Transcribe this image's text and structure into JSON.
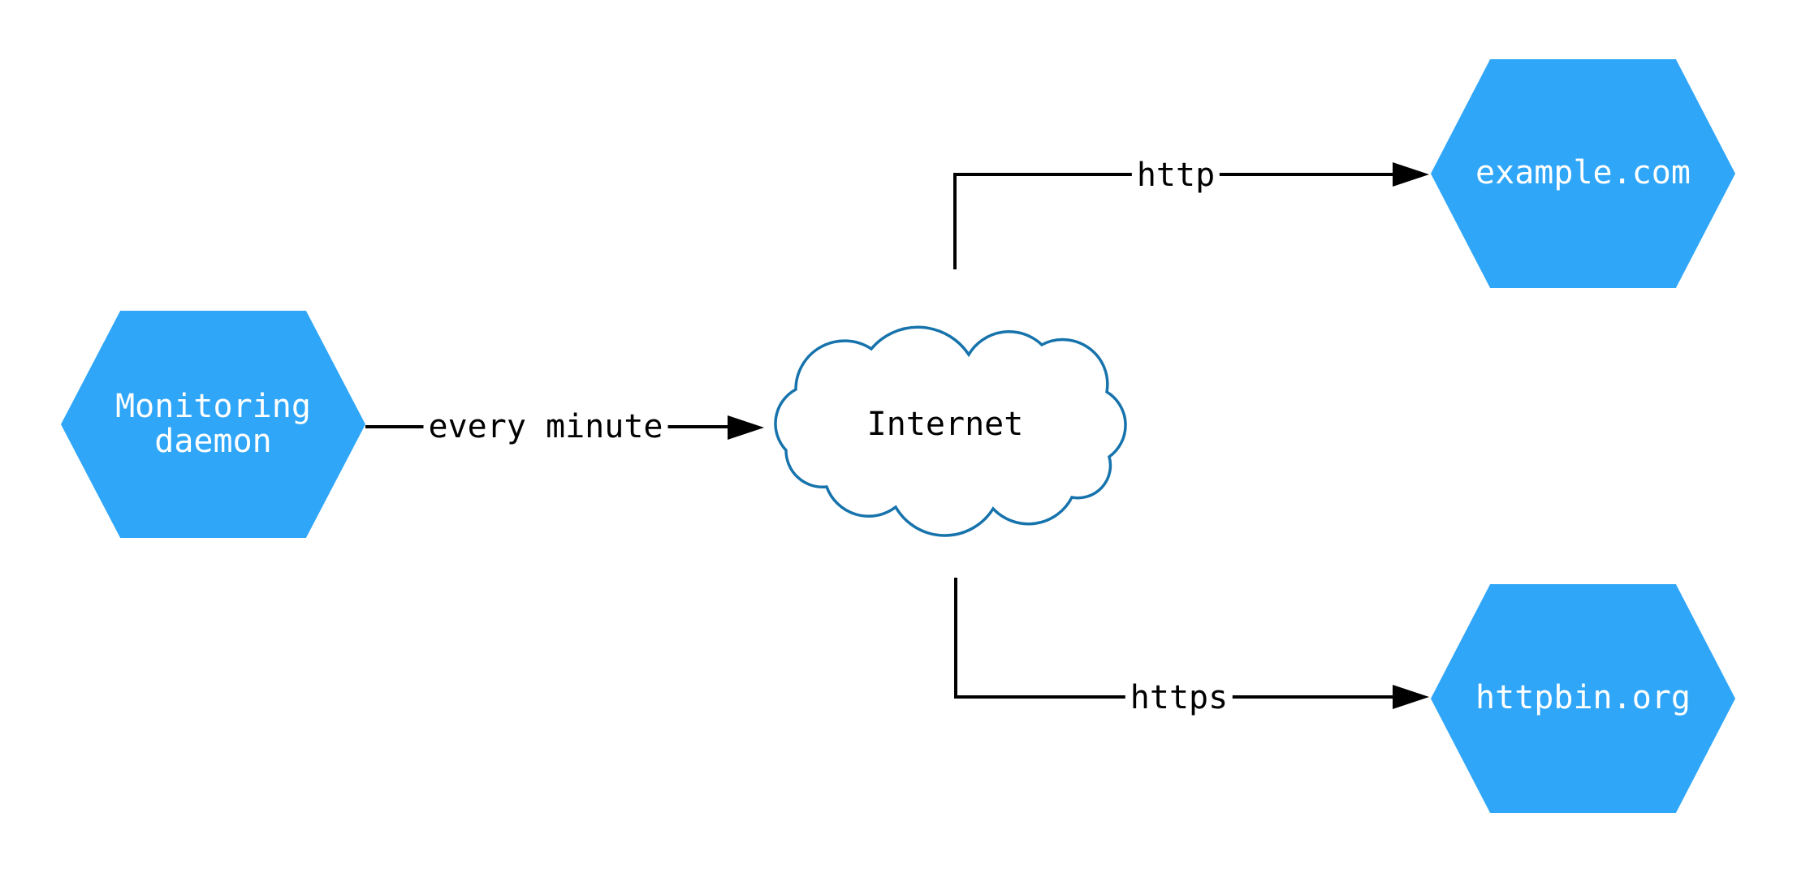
{
  "diagram": {
    "title": "monitoring-daemon-network-diagram",
    "colors": {
      "background": "#ffffff",
      "node_fill": "#2fa6f8",
      "node_text": "#ffffff",
      "cloud_stroke": "#1673ac",
      "cloud_fill": "#ffffff",
      "line_color": "#000000",
      "label_color": "#000000"
    },
    "nodes": {
      "monitoring": {
        "label": "Monitoring\ndaemon",
        "shape": "hexagon"
      },
      "internet": {
        "label": "Internet",
        "shape": "cloud"
      },
      "example": {
        "label": "example.com",
        "shape": "hexagon"
      },
      "httpbin": {
        "label": "httpbin.org",
        "shape": "hexagon"
      }
    },
    "edges": [
      {
        "from": "monitoring",
        "to": "internet",
        "label": "every minute"
      },
      {
        "from": "internet",
        "to": "example",
        "label": "http"
      },
      {
        "from": "internet",
        "to": "httpbin",
        "label": "https"
      }
    ]
  }
}
